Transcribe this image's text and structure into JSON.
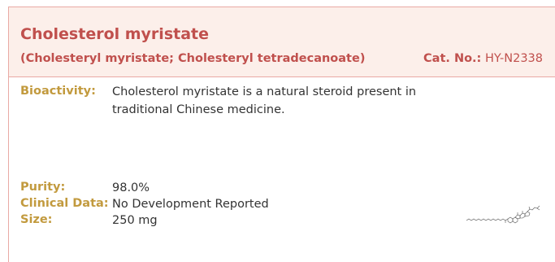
{
  "product": {
    "name": "Cholesterol myristate",
    "synonyms": "(Cholesteryl myristate; Cholesteryl tetradecanoate)",
    "cat_no_label": "Cat. No.:",
    "cat_no_value": " HY-N2338"
  },
  "fields": {
    "bioactivity_label": "Bioactivity:",
    "bioactivity_value": "Cholesterol myristate is a natural steroid present in traditional Chinese medicine.",
    "purity_label": "Purity:",
    "purity_value": "98.0%",
    "clinical_label": "Clinical Data:",
    "clinical_value": "No Development Reported",
    "size_label": "Size:",
    "size_value": "250 mg"
  },
  "colors": {
    "title": "#c0504d",
    "label": "#c29a3e",
    "header_bg": "#fcefea",
    "frame": "#e9a9a4"
  }
}
